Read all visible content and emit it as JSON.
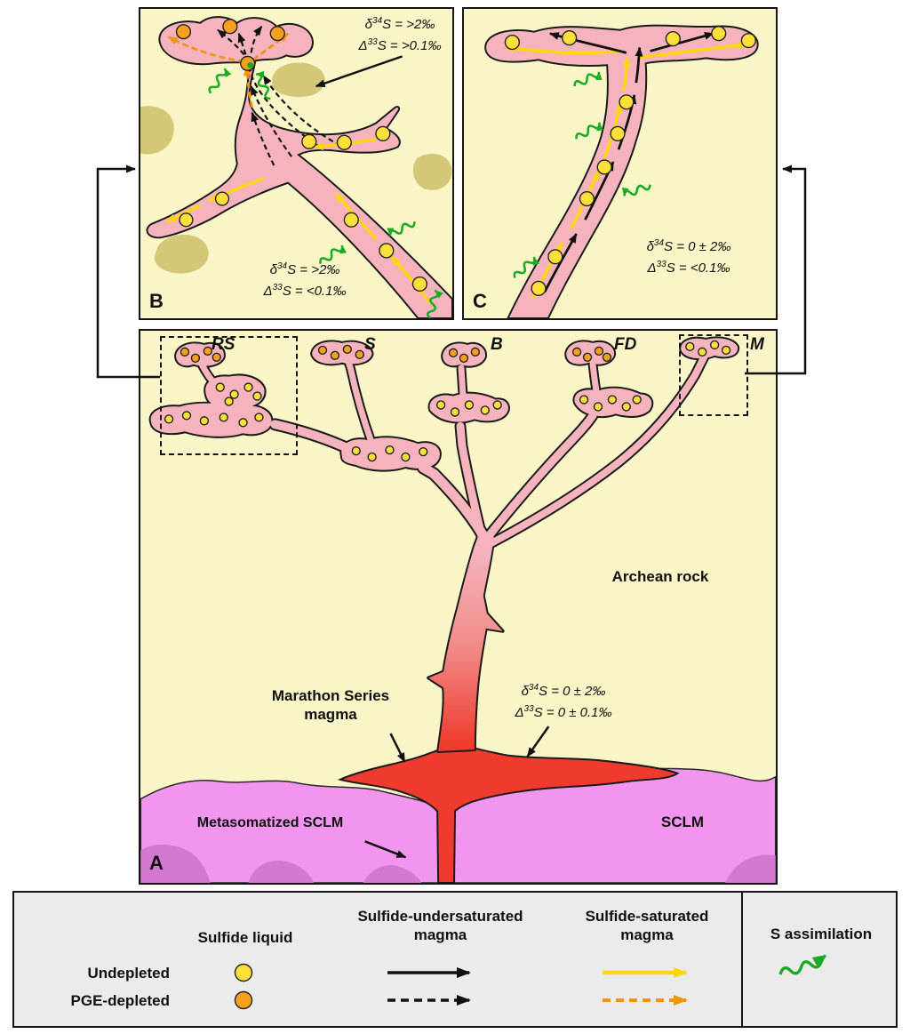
{
  "figure": {
    "panel_b": {
      "letter": "B",
      "iso_top": {
        "l1": {
          "sym": "δ",
          "sup": "34",
          "rest": "S = >2‰"
        },
        "l2": {
          "sym": "Δ",
          "sup": "33",
          "rest": "S = >0.1‰"
        }
      },
      "iso_bottom": {
        "l1": {
          "sym": "δ",
          "sup": "34",
          "rest": "S = >2‰"
        },
        "l2": {
          "sym": "Δ",
          "sup": "33",
          "rest": "S = <0.1‰"
        }
      }
    },
    "panel_c": {
      "letter": "C",
      "iso": {
        "l1": {
          "sym": "δ",
          "sup": "34",
          "rest": "S = 0 ± 2‰"
        },
        "l2": {
          "sym": "Δ",
          "sup": "33",
          "rest": "S = <0.1‰"
        }
      }
    },
    "panel_a": {
      "letter": "A",
      "branch_labels": {
        "rs": "RS",
        "s": "S",
        "b": "B",
        "fd": "FD",
        "m": "M"
      },
      "archean_rock": "Archean rock",
      "marathon_line1": "Marathon Series",
      "marathon_line2": "magma",
      "metasomatized_sclm": "Metasomatized SCLM",
      "sclm": "SCLM",
      "iso": {
        "l1": {
          "sym": "δ",
          "sup": "34",
          "rest": "S = 0 ± 2‰"
        },
        "l2": {
          "sym": "Δ",
          "sup": "33",
          "rest": "S = 0 ± 0.1‰"
        }
      }
    },
    "legend": {
      "sulfide_liquid": "Sulfide liquid",
      "undersaturated_line1": "Sulfide-undersaturated",
      "undersaturated_line2": "magma",
      "saturated_line1": "Sulfide-saturated",
      "saturated_line2": "magma",
      "s_assimilation": "S assimilation",
      "undepleted": "Undepleted",
      "pge_depleted": "PGE-depleted"
    },
    "colors": {
      "background_cream": "#f9f5c6",
      "conduit_pink": "#f5b3bd",
      "magma_red": "#ee3b2d",
      "sclm_violet": "#f195ef",
      "sclm_violet_dark": "#d379d1",
      "country_rock_olive": "#d4c878",
      "sulfide_undepleted_yellow": "#ffe03a",
      "sulfide_pge_depleted_orange": "#f5a01e",
      "assimilation_green": "#1cab24",
      "legend_background": "#ebebeb"
    }
  }
}
